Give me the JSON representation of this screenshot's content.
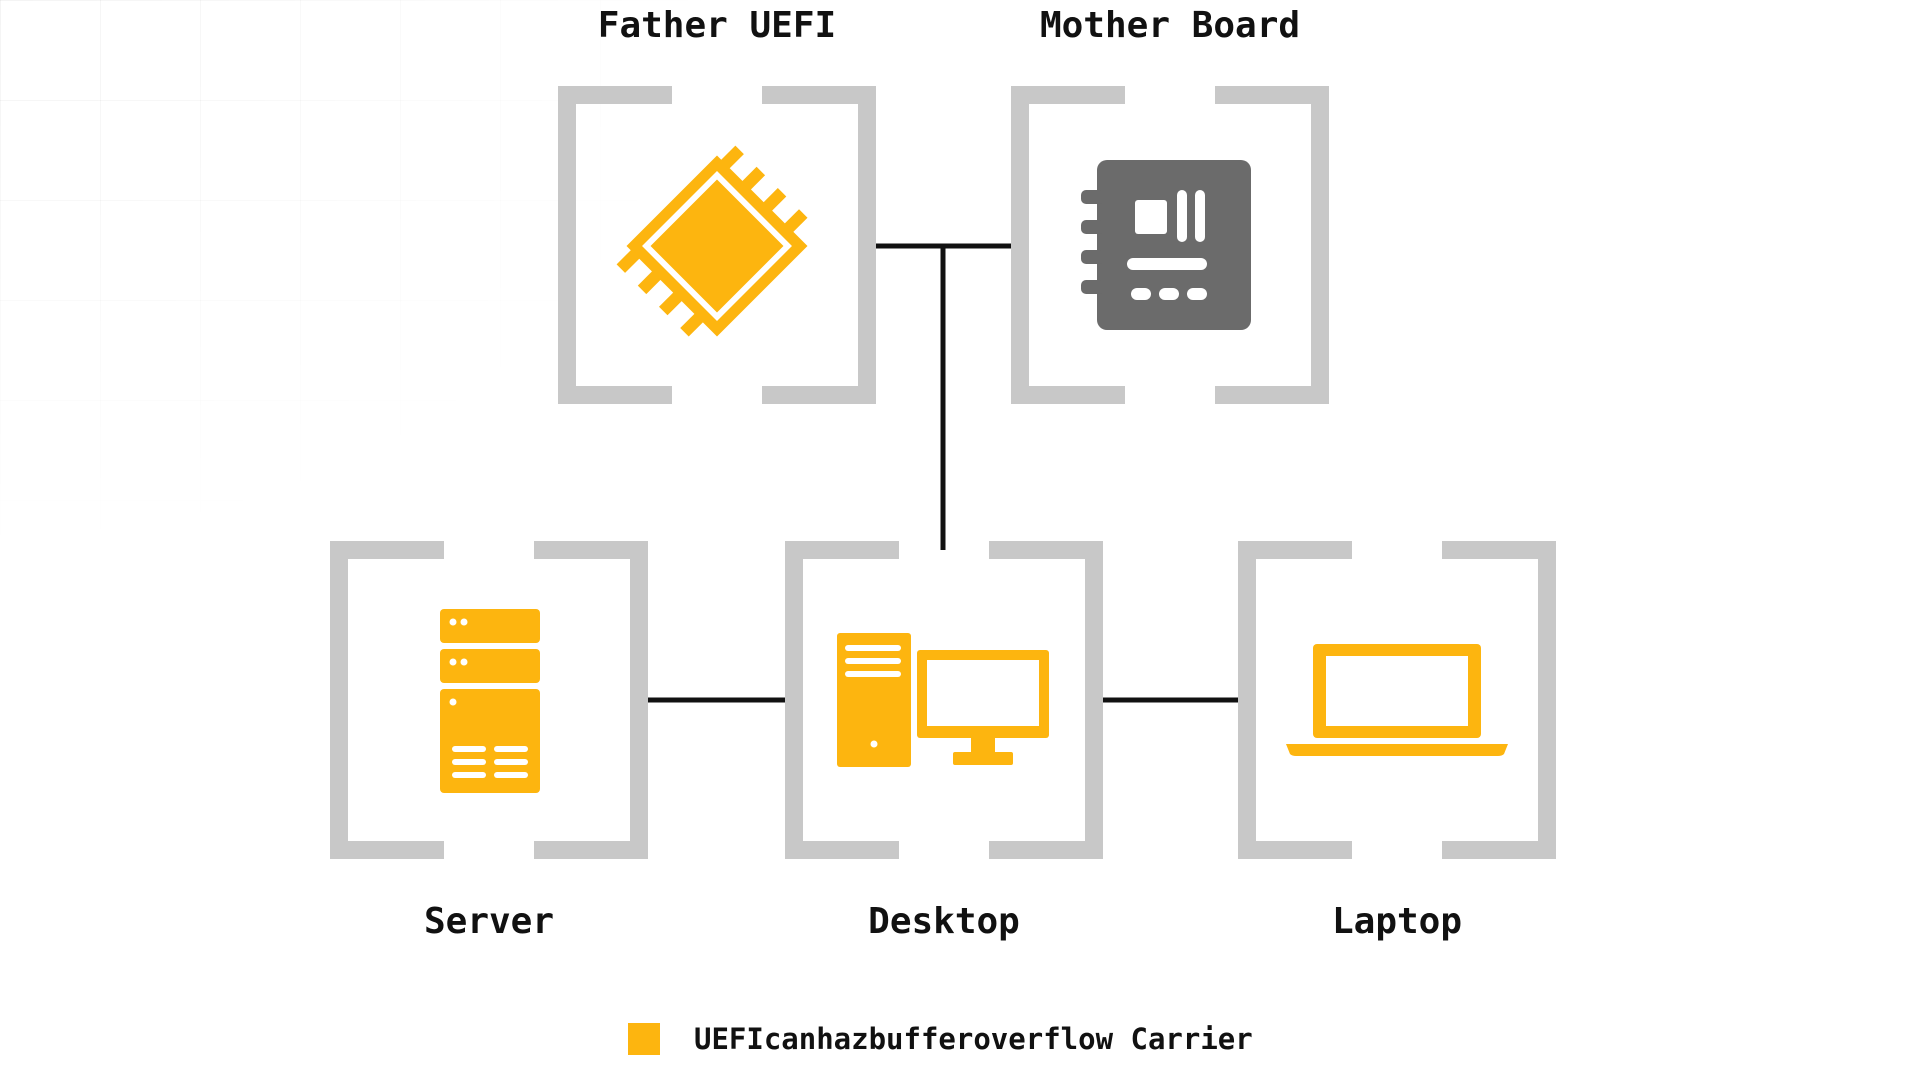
{
  "colors": {
    "accent": "#FDB50F",
    "bracket": "#C8C8C8",
    "board": "#6B6B6B",
    "line": "#111111"
  },
  "nodes": {
    "father_uefi": {
      "label": "Father UEFI",
      "icon": "chip-icon"
    },
    "mother_board": {
      "label": "Mother Board",
      "icon": "motherboard-icon"
    },
    "server": {
      "label": "Server",
      "icon": "server-icon"
    },
    "desktop": {
      "label": "Desktop",
      "icon": "desktop-icon"
    },
    "laptop": {
      "label": "Laptop",
      "icon": "laptop-icon"
    }
  },
  "legend": {
    "label": "UEFIcanhazbufferoverflow Carrier"
  }
}
